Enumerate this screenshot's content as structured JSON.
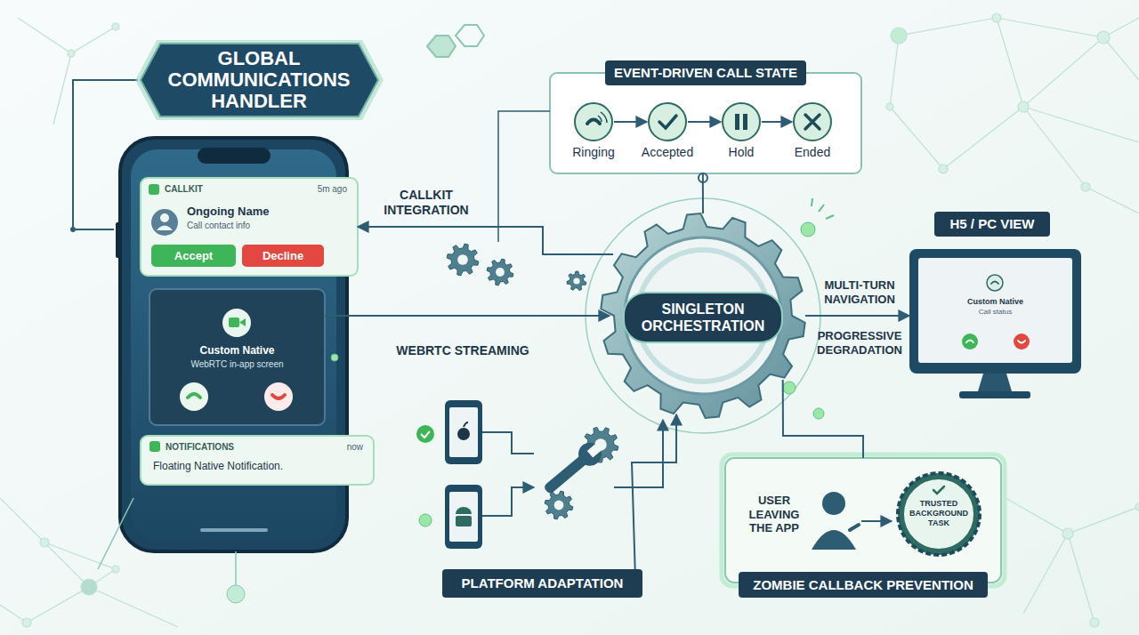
{
  "diagram": {
    "title": "GLOBAL COMMUNICATIONS HANDLER",
    "nodes": [
      {
        "text": [
          "CALLKIT",
          "5m ago",
          "Ongoing Name",
          "Call contact info"
        ]
      },
      {
        "text": [
          "Accept"
        ],
        "in": 0
      },
      {
        "text": [
          "Decline"
        ],
        "in": 0
      },
      {
        "text": [
          "Custom Native",
          "WebRTC in-app screen"
        ]
      },
      {
        "text": [
          "NOTIFICATIONS",
          "now",
          "Floating Native Notification."
        ]
      },
      {
        "text": [
          "EVENT-DRIVEN CALL STATE"
        ]
      },
      {
        "text": [
          "Ringing"
        ],
        "in": 5
      },
      {
        "text": [
          "Accepted"
        ],
        "in": 5
      },
      {
        "text": [
          "Hold"
        ],
        "in": 5
      },
      {
        "text": [
          "Ended"
        ],
        "in": 5
      },
      {
        "text": [
          "SINGLETON ORCHESTRATION"
        ]
      },
      {
        "text": [
          "H5 / PC VIEW"
        ]
      },
      {
        "text": [
          "Custom Native",
          "Call status"
        ]
      },
      {
        "text": [
          "PLATFORM ADAPTATION"
        ]
      },
      {
        "text": [
          "USER LEAVING THE APP",
          "ZOMBIE CALLBACK PREVENTION"
        ]
      },
      {
        "text": [
          "TRUSTED BACKGROUND TASK"
        ],
        "in": 14
      }
    ],
    "edges": [
      {
        "from": 6,
        "to": 7,
        "arrow": "to"
      },
      {
        "from": 7,
        "to": 8,
        "arrow": "to"
      },
      {
        "from": 8,
        "to": 9,
        "arrow": "to"
      },
      {
        "from": 10,
        "to": 0,
        "arrow": "to",
        "label": "CALLKIT INTEGRATION"
      },
      {
        "from": 3,
        "to": 10,
        "arrow": "to",
        "label": "WEBRTC STREAMING"
      },
      {
        "from": 10,
        "to": 5,
        "arrow": "none"
      },
      {
        "from": 10,
        "to": 12,
        "arrow": "to",
        "label": "MULTI-TURN NAVIGATION"
      },
      {
        "from": 13,
        "to": 10,
        "arrow": "to"
      },
      {
        "from": 10,
        "to": 14,
        "arrow": "none"
      }
    ],
    "labels": [
      "PROGRESSIVE DEGRADATION"
    ]
  }
}
